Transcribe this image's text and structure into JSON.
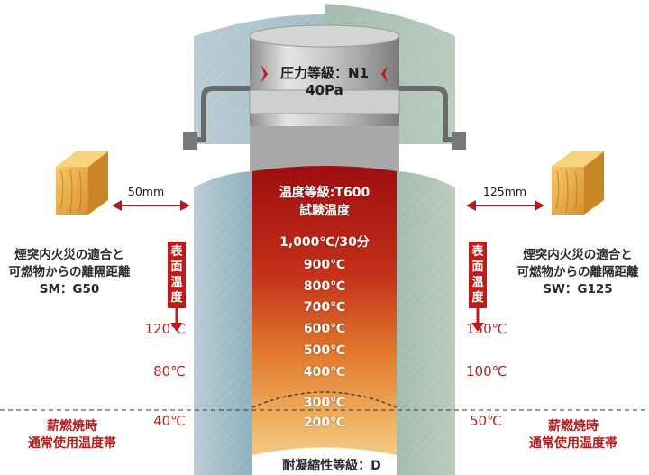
{
  "pressure": {
    "class_label": "圧力等級：N1",
    "value": "40Pa"
  },
  "temperature_class": {
    "line1": "温度等級:T600",
    "line2": "試験温度"
  },
  "gradient_temps": [
    "1,000℃/30分",
    "900℃",
    "800℃",
    "700℃",
    "600℃",
    "500℃",
    "400℃",
    "300℃",
    "200℃"
  ],
  "left": {
    "distance": "50mm",
    "caption_lines": [
      "煙突内火災の適合と",
      "可燃物からの離隔距離",
      "SM：G50"
    ],
    "surface_label": [
      "表",
      "面",
      "温",
      "度"
    ],
    "temps": [
      "120℃",
      "80℃",
      "40℃"
    ],
    "band_lines": [
      "薪燃焼時",
      "通常使用温度帯"
    ]
  },
  "right": {
    "distance": "125mm",
    "caption_lines": [
      "煙突内火災の適合と",
      "可燃物からの離隔距離",
      "SW：G125"
    ],
    "surface_label": [
      "表",
      "面",
      "温",
      "度"
    ],
    "temps": [
      "150℃",
      "100℃",
      "50℃"
    ],
    "band_lines": [
      "薪燃焼時",
      "通常使用温度帯"
    ]
  },
  "condensation_class": "耐凝縮性等級：D",
  "colors": {
    "accent_red": "#c01b1b",
    "wall_left": "#8fb3bf",
    "wall_right": "#9db7a8",
    "wood": "#e8a83a"
  }
}
